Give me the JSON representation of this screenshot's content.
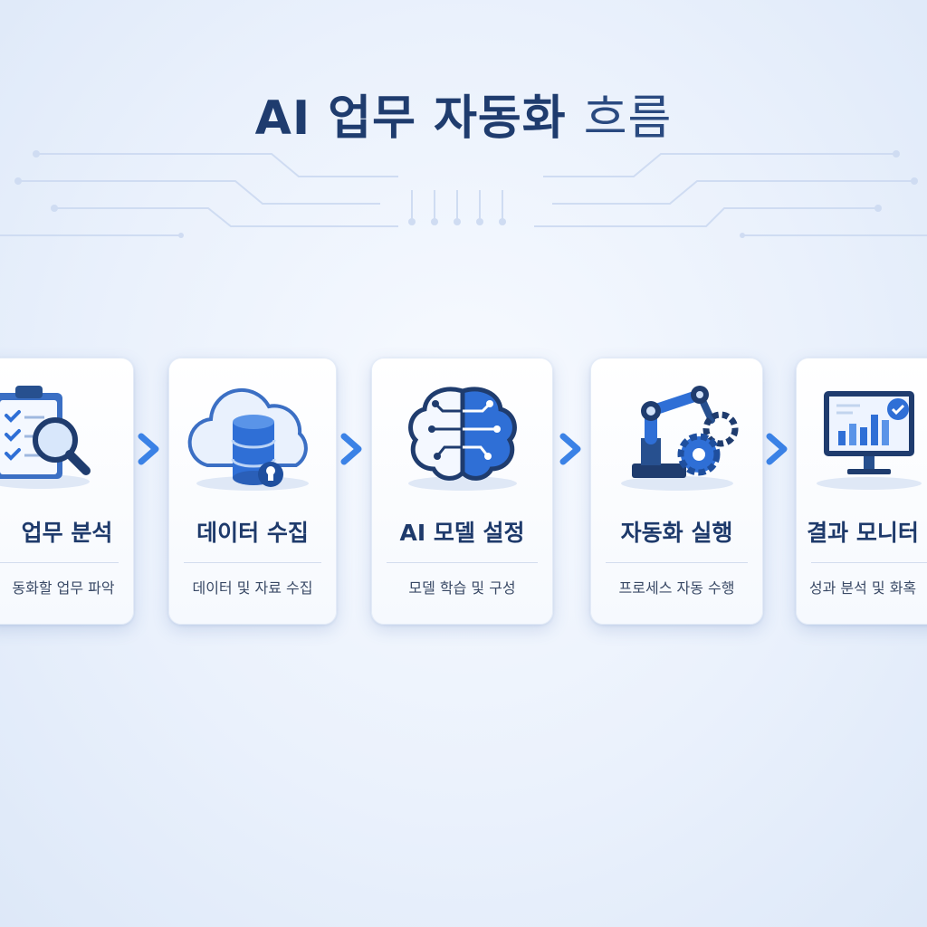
{
  "title": {
    "main": "AI 업무 자동화",
    "suffix": "흐름"
  },
  "steps": [
    {
      "title": "업무 분석",
      "desc": "동화할 업무 파악",
      "icon": "clipboard-magnifier-icon"
    },
    {
      "title": "데이터 수집",
      "desc": "데이터 및 자료 수집",
      "icon": "cloud-database-icon"
    },
    {
      "title": "AI 모델 설정",
      "desc": "모델 학습 및 구성",
      "icon": "circuit-brain-icon"
    },
    {
      "title": "자동화 실행",
      "desc": "프로세스 자동 수행",
      "icon": "robot-arm-gear-icon"
    },
    {
      "title": "결과 모니터",
      "desc": "성과 분석 및 화혹",
      "icon": "monitor-chart-icon"
    }
  ],
  "colors": {
    "primary": "#1f3c6e",
    "accent": "#2f6fd6",
    "arrow": "#3b82e6",
    "background": "#eaf1fc"
  }
}
